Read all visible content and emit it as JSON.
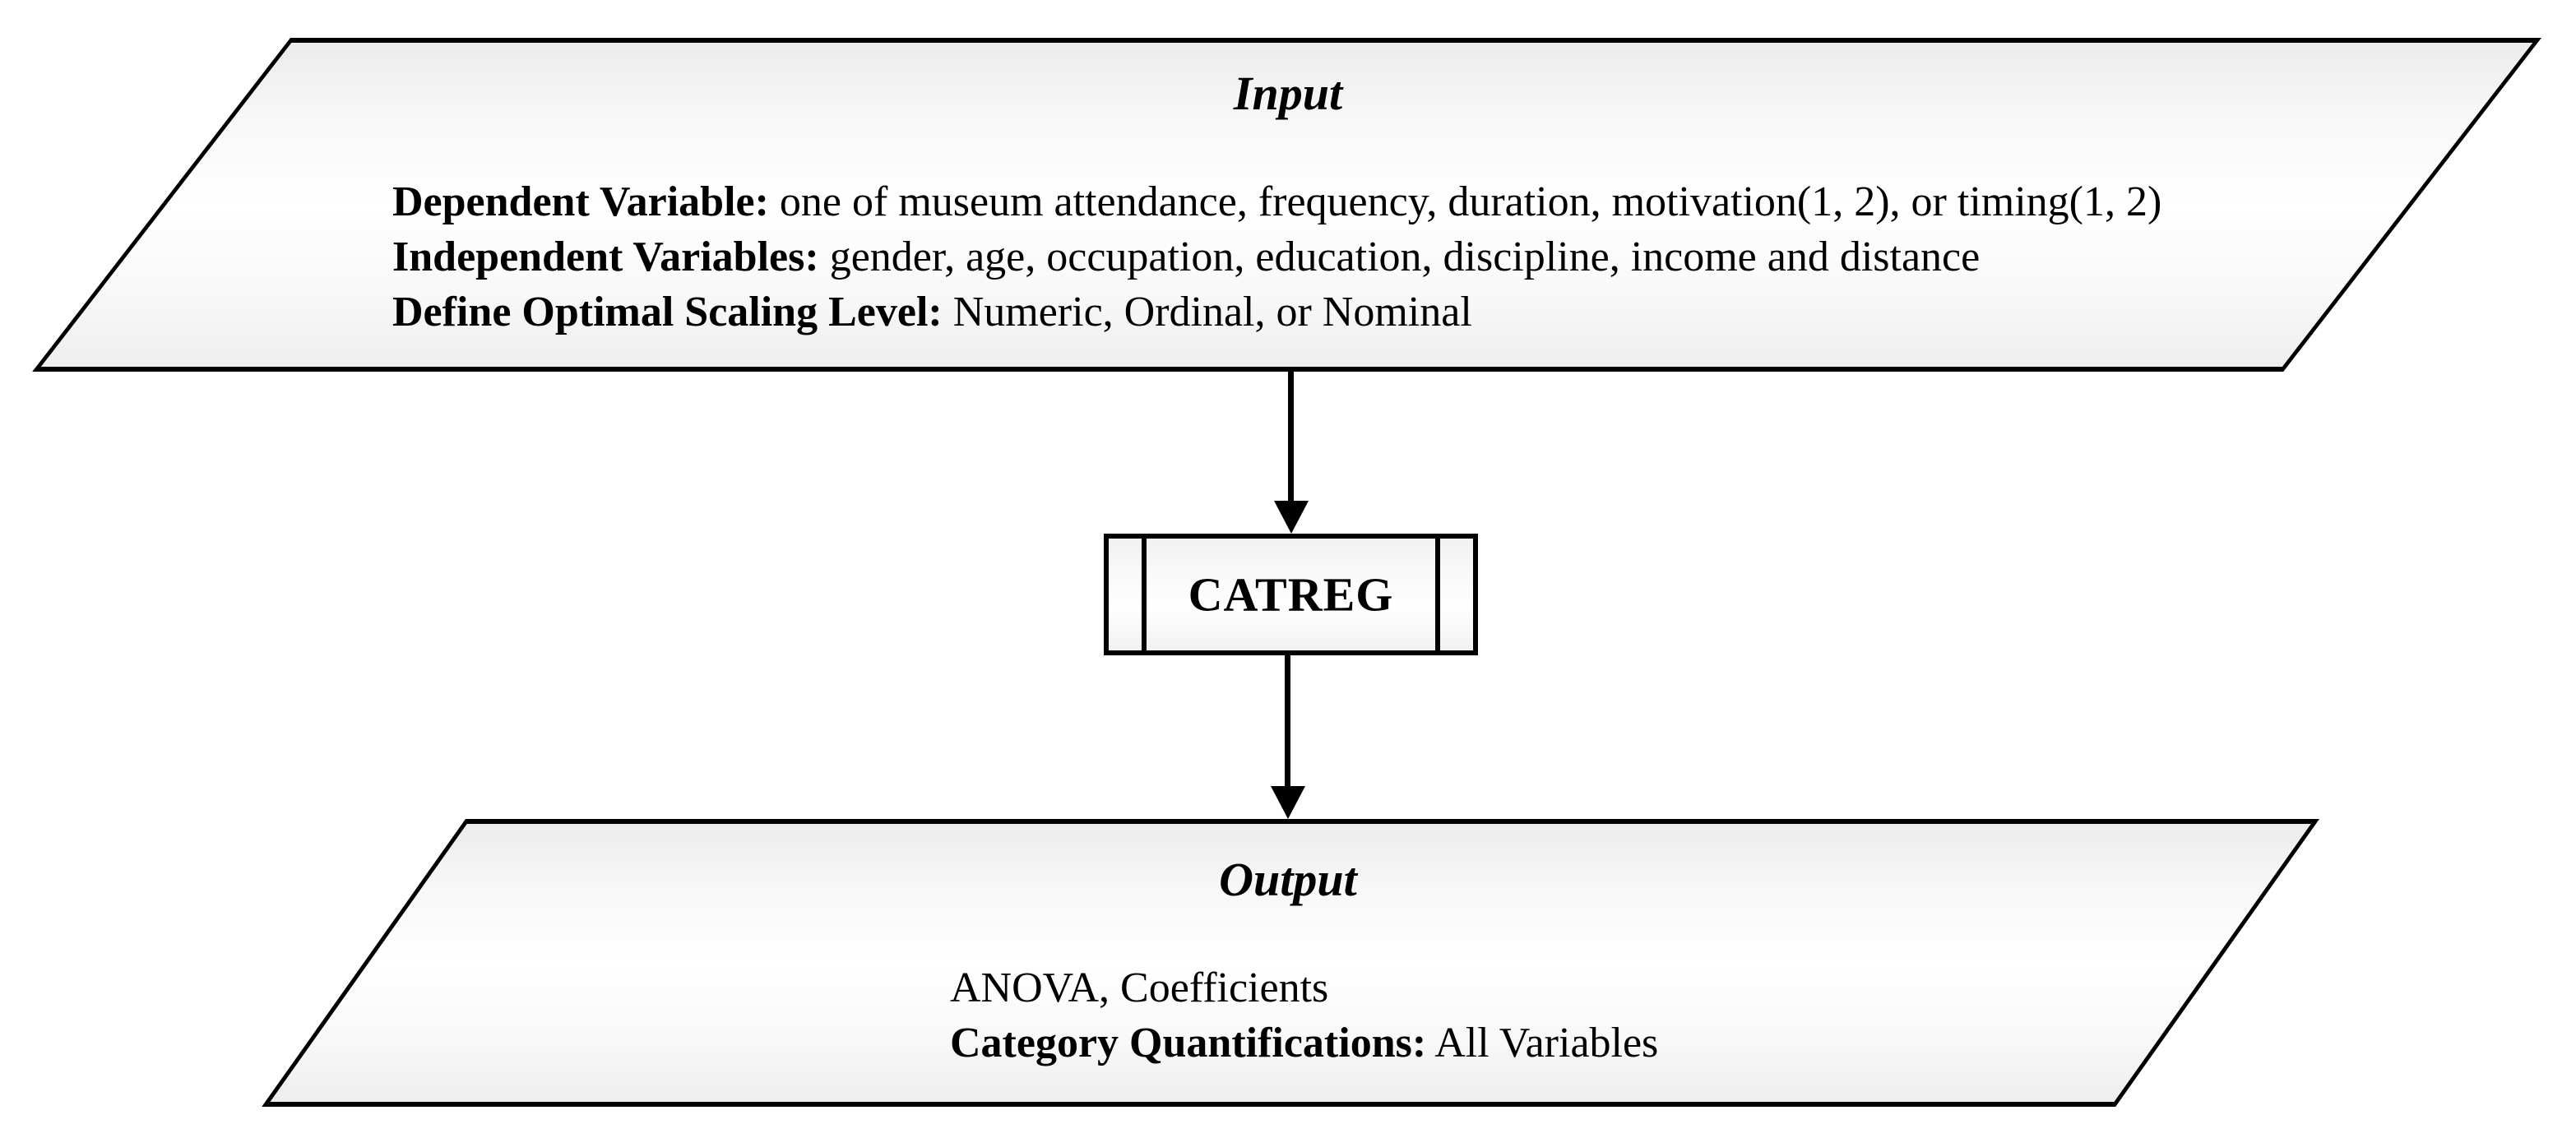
{
  "diagram": {
    "input_node": {
      "title": "Input",
      "lines": [
        {
          "label": "Dependent Variable:",
          "text": " one of museum attendance, frequency, duration, motivation(1, 2), or timing(1, 2)"
        },
        {
          "label": "Independent Variables:",
          "text": " gender, age, occupation, education, discipline, income and distance"
        },
        {
          "label": "Define Optimal Scaling Level:",
          "text": " Numeric, Ordinal, or Nominal"
        }
      ]
    },
    "process_node": {
      "label": "CATREG"
    },
    "output_node": {
      "title": "Output",
      "lines": [
        {
          "label": "",
          "text": "ANOVA, Coefficients"
        },
        {
          "label": "Category Quantifications:",
          "text": " All Variables"
        }
      ]
    },
    "colors": {
      "stroke": "#000000",
      "fill_top": "#ececec",
      "fill_mid": "#ffffff",
      "fill_bottom": "#eeeeee",
      "background": "#ffffff"
    }
  }
}
